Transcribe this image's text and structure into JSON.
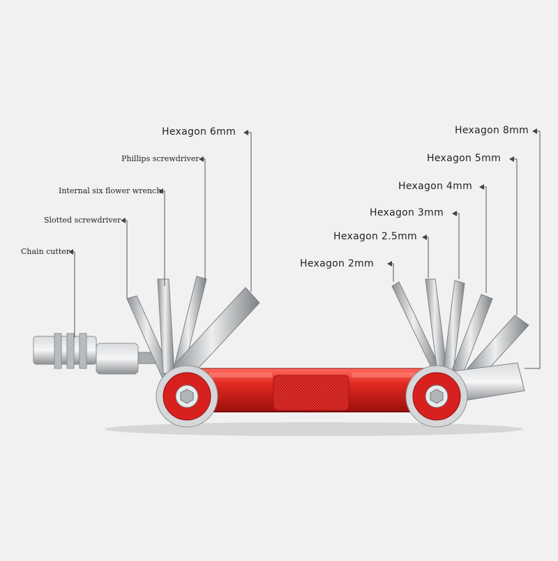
{
  "product": "bicycle multi-tool",
  "colors": {
    "background": "#f1f1f1",
    "handle_red": "#d8201f",
    "steel": "#c9cbcd",
    "callout_line": "#555555"
  },
  "labels_left": {
    "hex6": "Hexagon 6mm",
    "phillips": "Phillips screwdriver",
    "torx": "Internal six flower wrench",
    "slotted": "Slotted screwdriver",
    "chain": "Chain cutter"
  },
  "labels_right": {
    "hex8": "Hexagon 8mm",
    "hex5": "Hexagon 5mm",
    "hex4": "Hexagon 4mm",
    "hex3": "Hexagon 3mm",
    "hex25": "Hexagon 2.5mm",
    "hex2": "Hexagon 2mm"
  }
}
